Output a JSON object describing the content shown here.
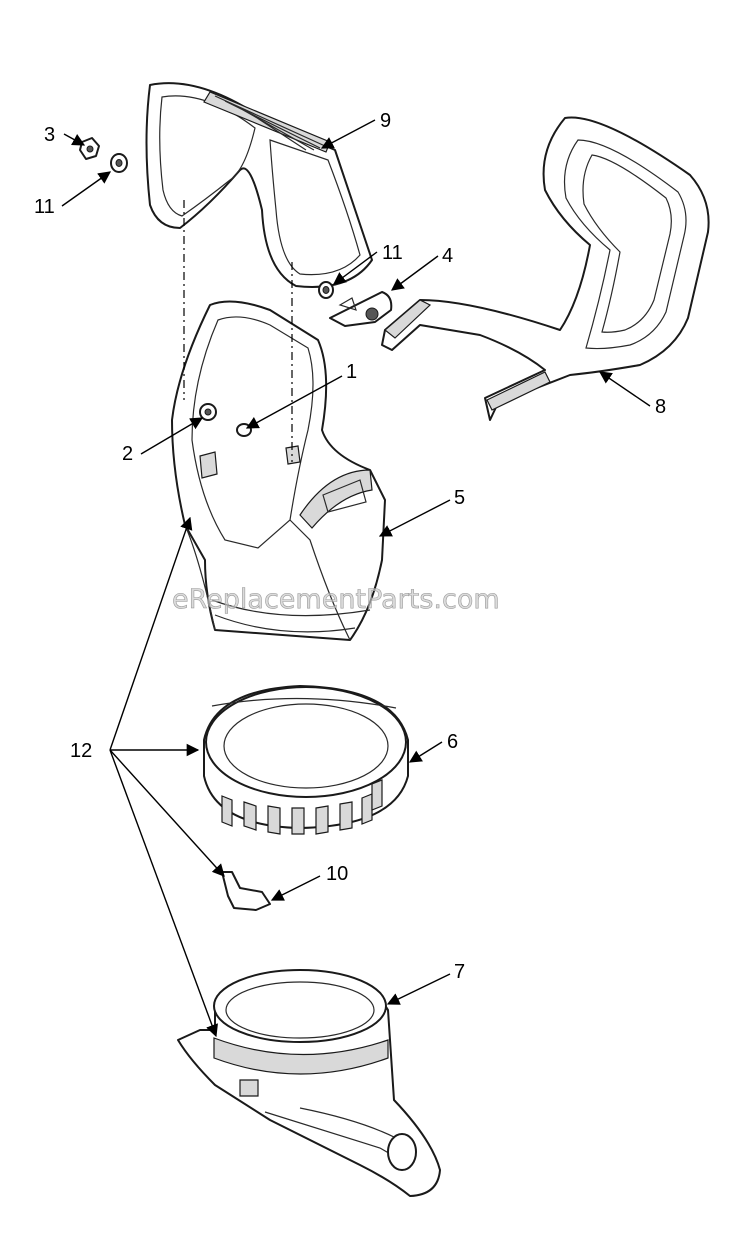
{
  "watermark": "eReplacementParts.com",
  "callouts": [
    "1",
    "2",
    "3",
    "4",
    "5",
    "6",
    "7",
    "8",
    "9",
    "10",
    "11",
    "11",
    "12"
  ],
  "colors": {
    "line": "#1a1a1a",
    "shade": "#d9d9d9",
    "watermark": "#c8c8c8"
  }
}
